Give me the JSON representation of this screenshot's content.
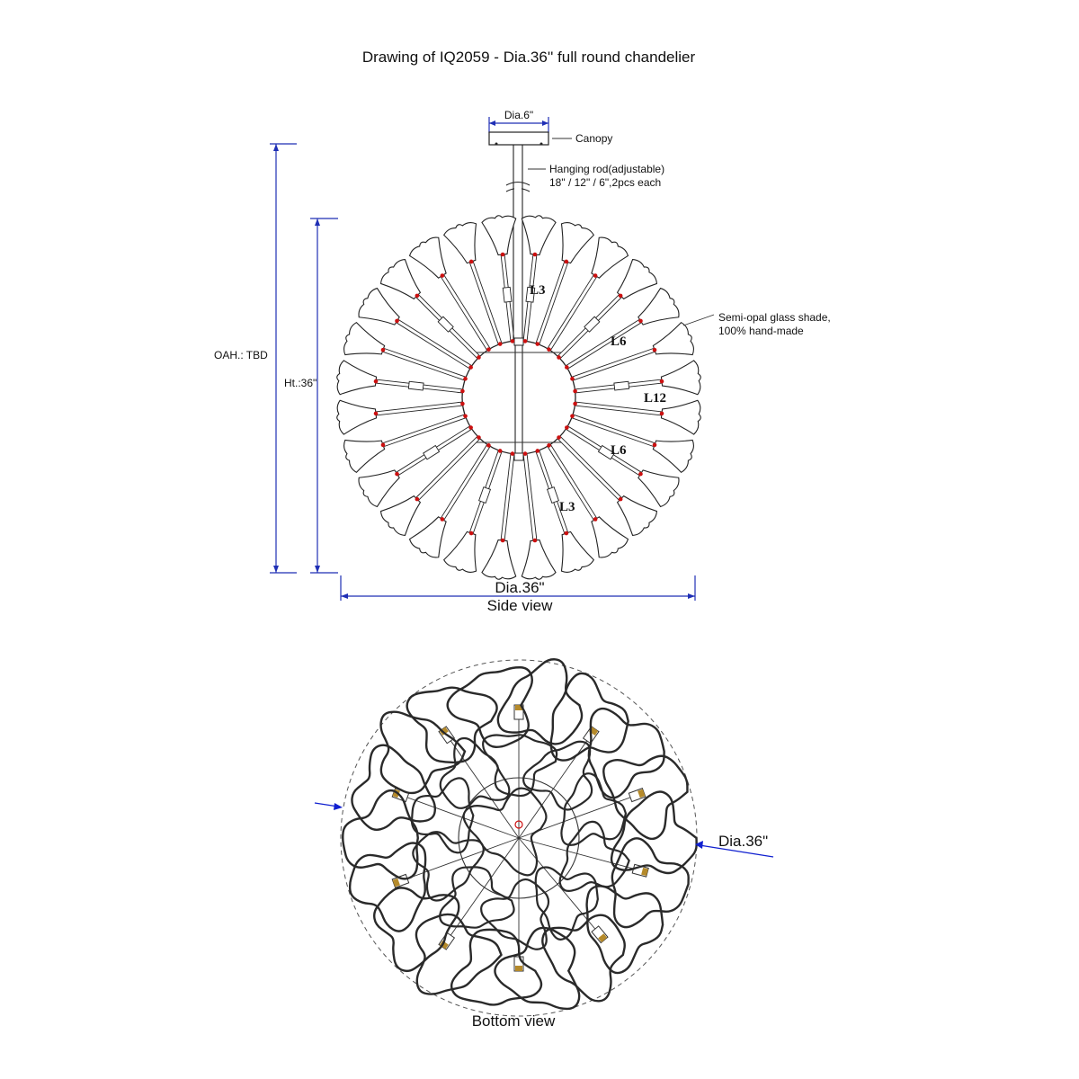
{
  "title": "Drawing of IQ2059 - Dia.36'' full round chandelier",
  "labels": {
    "canopy_dia": "Dia.6\"",
    "canopy": "Canopy",
    "rod_line1": "Hanging rod(adjustable)",
    "rod_line2": "18\" / 12\" / 6\",2pcs each",
    "shade_line1": "Semi-opal glass shade,",
    "shade_line2": "100% hand-made",
    "oah": "OAH.: TBD",
    "height": "Ht.:36\"",
    "side_dia": "Dia.36\"",
    "side_view": "Side view",
    "bottom_dia": "Dia.36\"",
    "bottom_view": "Bottom view"
  },
  "lamp_labels": {
    "upper_left_l3": "L3",
    "upper_right_l6": "L6",
    "right_l12": "L12",
    "lower_right_l6": "L6",
    "lower_l3": "L3"
  },
  "colors": {
    "line": "#222222",
    "dimension": "#1f2fb5",
    "joint": "#cc1010",
    "arrow": "#1020d0"
  }
}
